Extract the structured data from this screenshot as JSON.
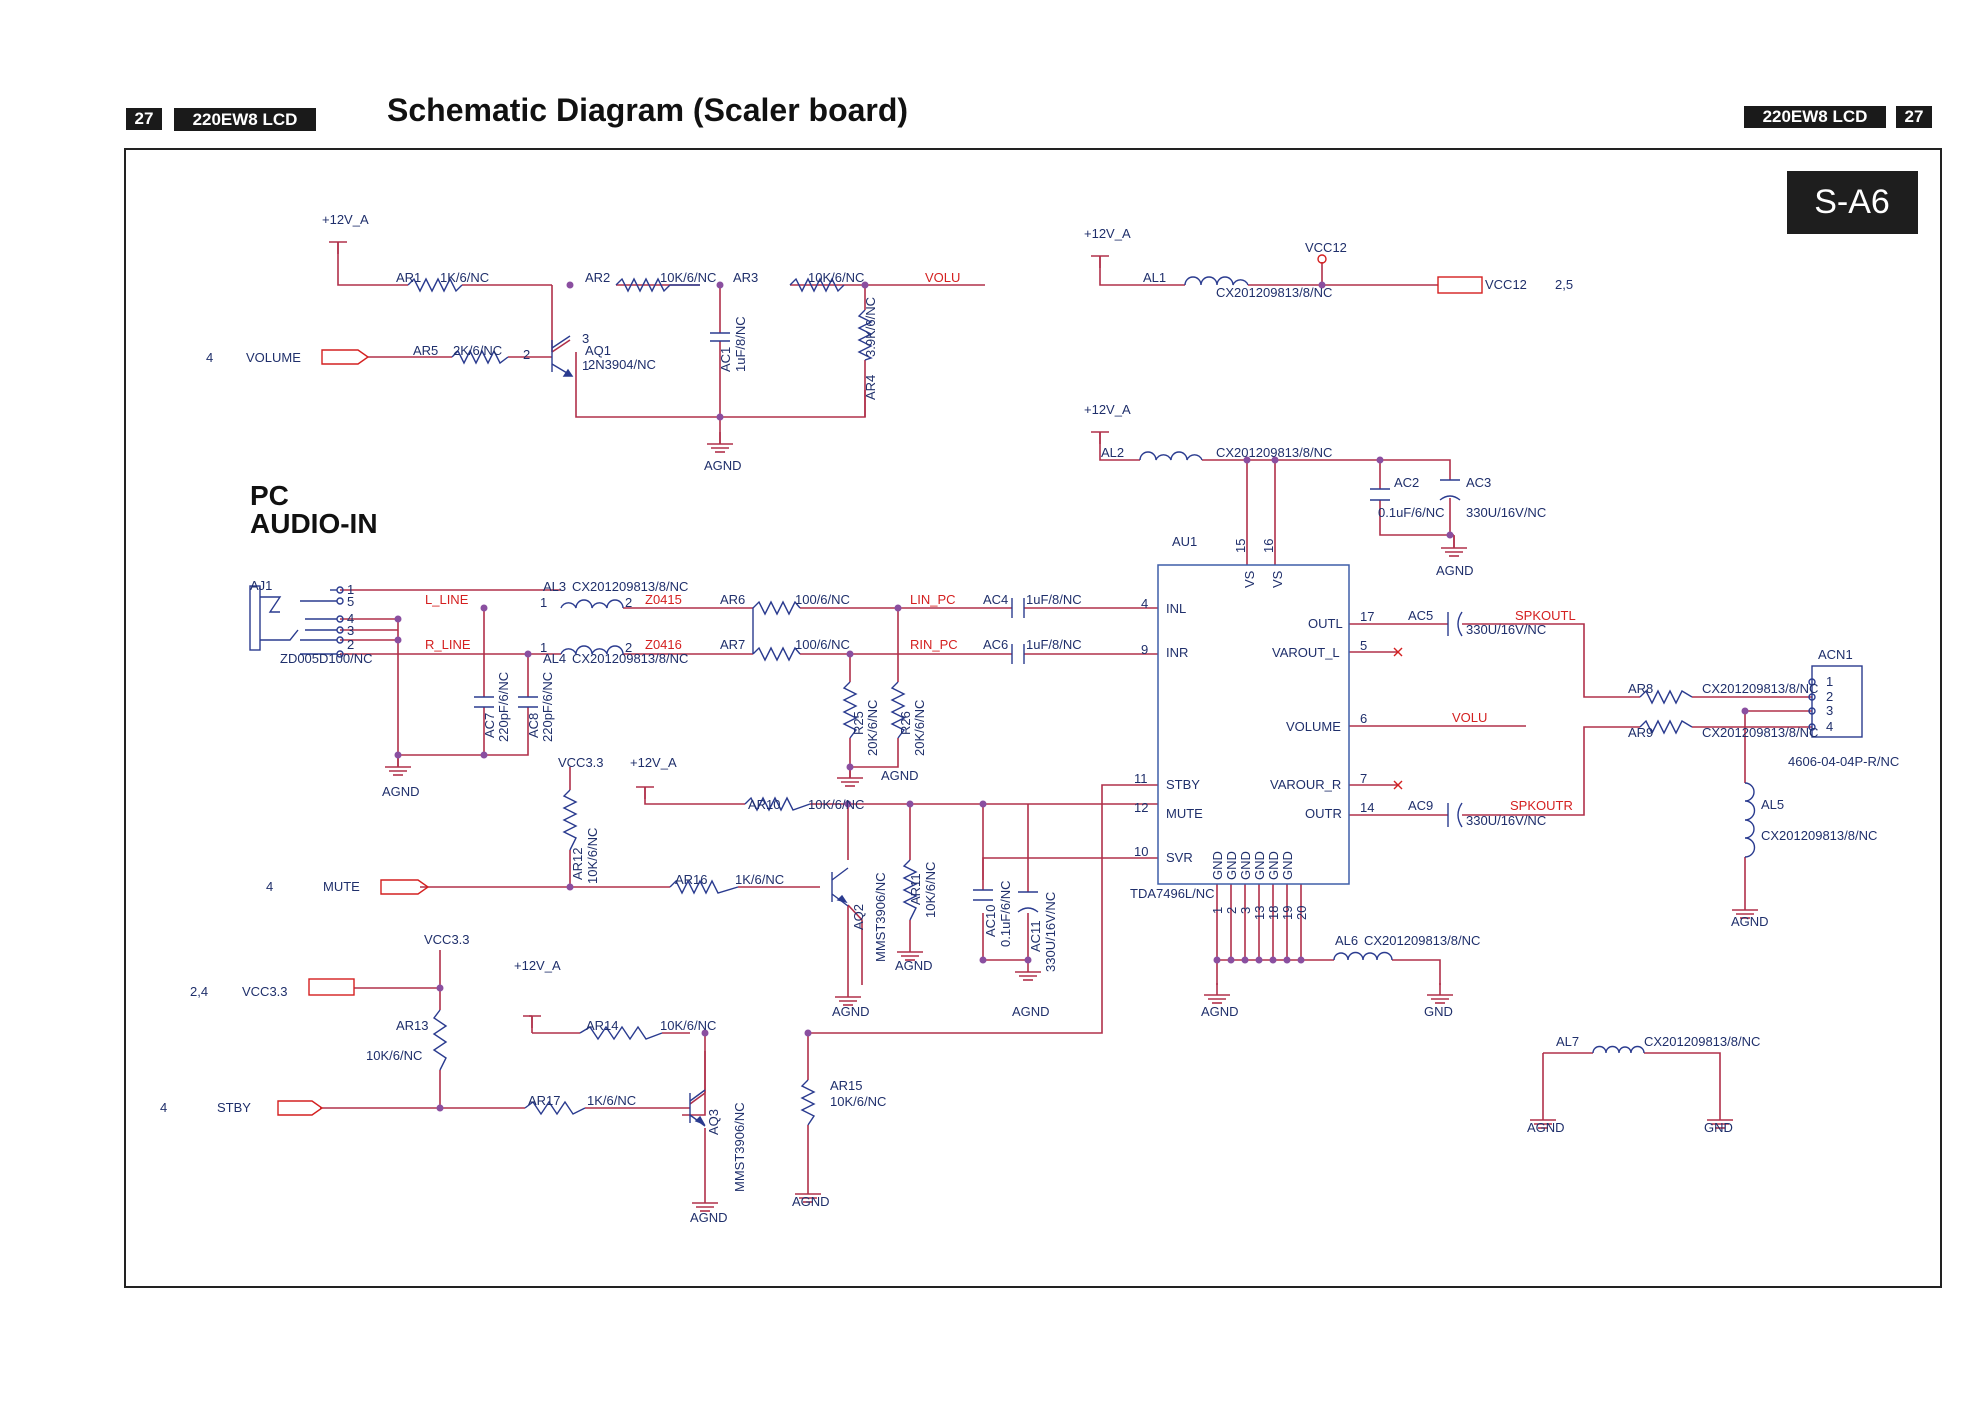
{
  "header": {
    "page_number": "27",
    "model": "220EW8 LCD",
    "title": "Schematic Diagram (Scaler board)",
    "sheet_id": "S-A6"
  },
  "section_title": [
    "PC",
    "AUDIO-IN"
  ],
  "colors": {
    "wire": "#b0304a",
    "label_blue": "#1f2f6b",
    "net_red": "#d42020",
    "ic_outline": "#3f5fa8",
    "frame": "#222222"
  },
  "labels": {
    "p12a_1": "+12V_A",
    "ar1": "AR1",
    "ar1_v": "1K/6/NC",
    "ar2": "AR2",
    "ar2_v": "10K/6/NC",
    "ar3": "AR3",
    "ar3_v": "10K/6/NC",
    "volu_net": "VOLU",
    "vol_num": "4",
    "vol_name": "VOLUME",
    "ar5": "AR5",
    "ar5_v": "2K/6/NC",
    "aq1_p2": "2",
    "aq1_p3": "3",
    "aq1_p1": "1",
    "aq1": "AQ1",
    "aq1_v": "2N3904/NC",
    "ac1": "AC1",
    "ac1_v": "1uF/8/NC",
    "ar4": "AR4",
    "ar4_v": "3.9K/6/NC",
    "agnd_1": "AGND",
    "p12a_2": "+12V_A",
    "al1": "AL1",
    "al1_v": "CX201209813/8/NC",
    "vcc12_top": "VCC12",
    "vcc12_box": "VCC12",
    "vcc12_ref": "2,5",
    "p12a_3": "+12V_A",
    "al2": "AL2",
    "al2_v": "CX201209813/8/NC",
    "ac2": "AC2",
    "ac2_v": "0.1uF/6/NC",
    "ac3": "AC3",
    "ac3_v": "330U/16V/NC",
    "agnd_2": "AGND",
    "au1": "AU1",
    "pin15": "15",
    "pin16": "16",
    "vs1": "VS",
    "vs2": "VS",
    "aj1": "AJ1",
    "aj_p1": "1",
    "aj_p5": "5",
    "aj_p4": "4",
    "aj_p3": "3",
    "aj_p2": "2",
    "zd": "ZD005D100/NC",
    "l_line": "L_LINE",
    "r_line": "R_LINE",
    "al3": "AL3",
    "al3_v": "CX201209813/8/NC",
    "al4": "AL4",
    "al4_v": "CX201209813/8/NC",
    "al3_p1": "1",
    "al3_p2": "2",
    "al4_p1": "1",
    "al4_p2": "2",
    "z0415": "Z0415",
    "z0416": "Z0416",
    "ar6": "AR6",
    "ar6_v": "100/6/NC",
    "ar7": "AR7",
    "ar7_v": "100/6/NC",
    "lin_pc": "LIN_PC",
    "rin_pc": "RIN_PC",
    "ac4": "AC4",
    "ac4_v": "1uF/8/NC",
    "ac6": "AC6",
    "ac6_v": "1uF/8/NC",
    "pin4": "4",
    "pin9": "9",
    "inl": "INL",
    "inr": "INR",
    "ac7": "AC7",
    "ac7_v": "220pF/6/NC",
    "ac8": "AC8",
    "ac8_v": "220pF/6/NC",
    "r25": "R25",
    "r25_v": "20K/6/NC",
    "r26": "R26",
    "r26_v": "20K/6/NC",
    "agnd_3": "AGND",
    "agnd_4": "AGND",
    "outl": "OUTL",
    "pin17": "17",
    "ac5": "AC5",
    "ac5_v": "330U/16V/NC",
    "spkoutl": "SPKOUTL",
    "varout_l": "VAROUT_L",
    "pin5": "5",
    "volume_pin": "VOLUME",
    "pin6": "6",
    "volu_net2": "VOLU",
    "varour_r": "VAROUR_R",
    "pin7": "7",
    "outr": "OUTR",
    "pin14": "14",
    "ac9": "AC9",
    "ac9_v": "330U/16V/NC",
    "spkoutr": "SPKOUTR",
    "stby_pin": "STBY",
    "pin11": "11",
    "mute_pin": "MUTE",
    "pin12": "12",
    "svr_pin": "SVR",
    "pin10": "10",
    "gnd1": "GND",
    "gnd2": "GND",
    "gnd3": "GND",
    "gnd4": "GND",
    "gnd5": "GND",
    "gnd6": "GND",
    "tda": "TDA7496L/NC",
    "gp1": "1",
    "gp2": "2",
    "gp3": "3",
    "gp13": "13",
    "gp18": "18",
    "gp19": "19",
    "gp20": "20",
    "al6": "AL6",
    "al6_v": "CX201209813/8/NC",
    "agnd_5": "AGND",
    "gnd_5": "GND",
    "acn1": "ACN1",
    "cn1": "1",
    "cn2": "2",
    "cn3": "3",
    "cn4": "4",
    "acn1_v": "4606-04-04P-R/NC",
    "ar8": "AR8",
    "ar8_v": "CX201209813/8/NC",
    "ar9": "AR9",
    "ar9_v": "CX201209813/8/NC",
    "al5": "AL5",
    "al5_v": "CX201209813/8/NC",
    "agnd_6": "AGND",
    "al7": "AL7",
    "al7_v": "CX201209813/8/NC",
    "agnd_7": "AGND",
    "gnd_7": "GND",
    "vcc33_a": "VCC3.3",
    "p12a_4": "+12V_A",
    "ar10": "AR10",
    "ar10_v": "10K/6/NC",
    "ar12": "AR12",
    "ar12_v": "10K/6/NC",
    "mute_num": "4",
    "mute_name": "MUTE",
    "ar16": "AR16",
    "ar16_v": "1K/6/NC",
    "aq2": "AQ2",
    "aq2_v": "MMST3906/NC",
    "ar11": "AR11",
    "ar11_v": "10K/6/NC",
    "ac10": "AC10",
    "ac10_v": "0.1uF/6/NC",
    "ac11": "AC11",
    "ac11_v": "330U/16V/NC",
    "agnd_8": "AGND",
    "agnd_9": "AGND",
    "agnd_10": "AGND",
    "vcc33_b": "VCC3.3",
    "vcc33_ref": "2,4",
    "vcc33_name": "VCC3.3",
    "ar13": "AR13",
    "ar13_v": "10K/6/NC",
    "p12a_5": "+12V_A",
    "ar14": "AR14",
    "ar14_v": "10K/6/NC",
    "ar15": "AR15",
    "ar15_v": "10K/6/NC",
    "stby_num": "4",
    "stby_name": "STBY",
    "ar17": "AR17",
    "ar17_v": "1K/6/NC",
    "aq3": "AQ3",
    "aq3_v": "MMST3906/NC",
    "agnd_11": "AGND",
    "agnd_12": "AGND"
  }
}
